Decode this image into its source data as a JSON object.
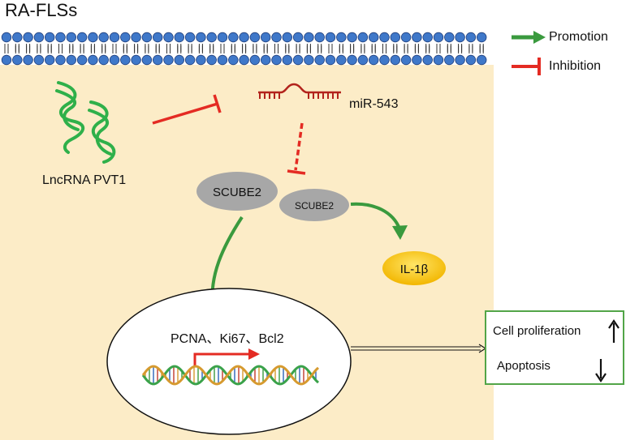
{
  "title": "RA-FLSs",
  "legend": {
    "promotion": "Promotion",
    "inhibition": "Inhibition"
  },
  "nodes": {
    "lncrna": "LncRNA PVT1",
    "mirna": "miR-543",
    "scube2_large": "SCUBE2",
    "scube2_small": "SCUBE2",
    "il1b": "IL-1β",
    "genes": "PCNA、Ki67、Bcl2"
  },
  "outcomes": {
    "proliferation": "Cell proliferation",
    "apoptosis": "Apoptosis"
  },
  "colors": {
    "cell_bg": "#fcecc7",
    "membrane_head": "#3f78c9",
    "promotion": "#3a9a3e",
    "inhibition": "#e42b23",
    "scube2": "#a7a7a7",
    "il1b": "#f5c400",
    "outcome_border": "#52a548"
  }
}
